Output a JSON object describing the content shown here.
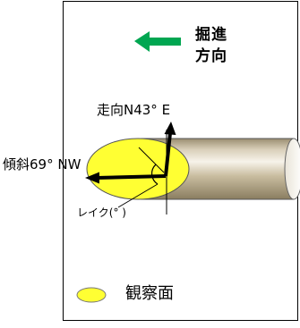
{
  "direction_label": {
    "line1": "掘進",
    "line2": "方向"
  },
  "strike_label": "走向N43°  E",
  "dip_label": "傾斜69°  NW",
  "rake_label": "レイク(°  )",
  "legend": {
    "label": "観察面",
    "swatch_color": "#ffff33"
  },
  "colors": {
    "arrow": "#00a651",
    "ellipse": "#ffff33",
    "cylinder_shade": "#b8ab8e",
    "frame": "#000000"
  }
}
